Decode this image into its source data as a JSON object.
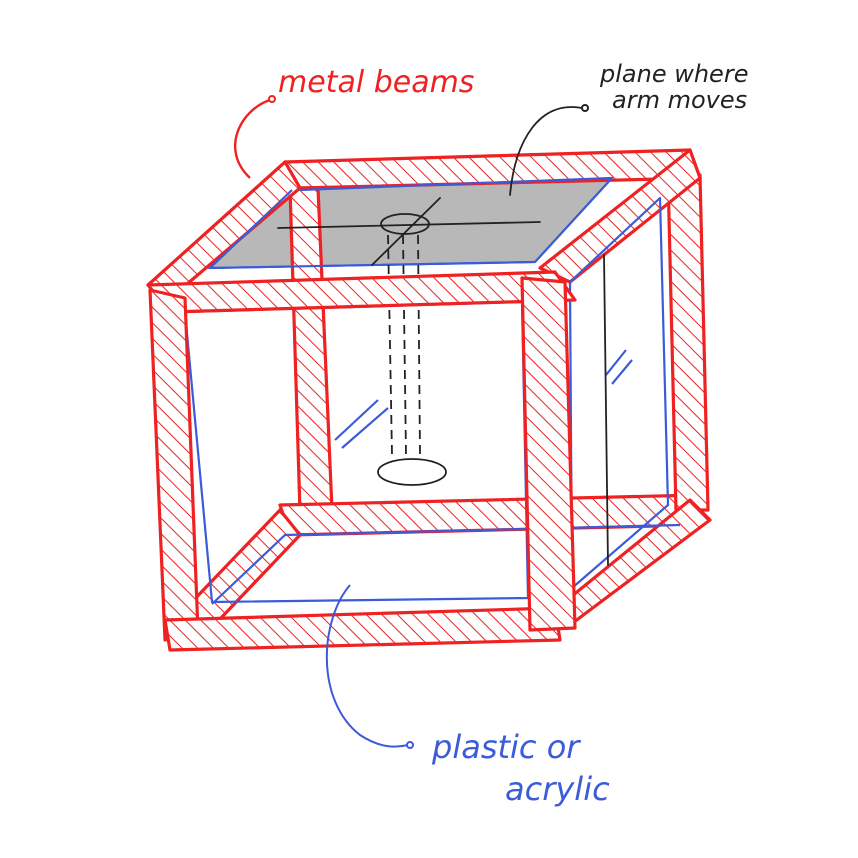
{
  "labels": {
    "metal_beams": "metal beams",
    "plane_line1": "plane where",
    "plane_line2": "arm moves",
    "plastic_line1": "plastic or",
    "plastic_line2": "acrylic"
  },
  "colors": {
    "beam": "#ee2222",
    "pane": "#3b5bd9",
    "ink": "#222222",
    "plane_fill": "#b8b8b8"
  }
}
